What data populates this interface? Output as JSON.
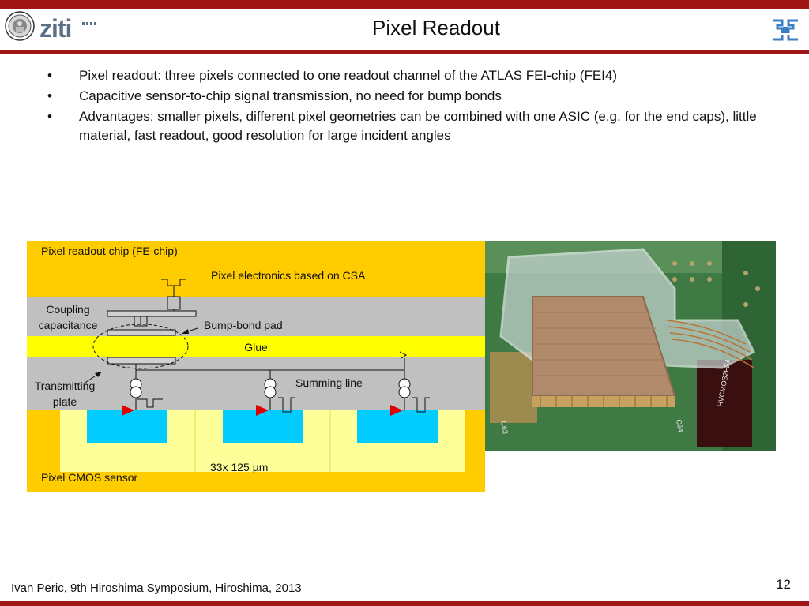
{
  "header": {
    "title": "Pixel Readout",
    "logo_text": "ziti"
  },
  "bullets": [
    "Pixel readout: three pixels connected to one readout channel of the ATLAS FEI-chip (FEI4)",
    "Capacitive sensor-to-chip signal transmission, no need for bump bonds",
    "Advantages: smaller pixels, different pixel geometries can be combined with one ASIC (e.g. for the end caps), little material, fast readout, good resolution for large incident angles"
  ],
  "bullet_symbol": "•",
  "diagram": {
    "chip_label": "Pixel readout chip (FE-chip)",
    "electronics_label": "Pixel electronics based on CSA",
    "coupling_label_1": "Coupling",
    "coupling_label_2": "capacitance",
    "bump_label": "Bump-bond pad",
    "glue_label": "Glue",
    "transmitting_label_1": "Transmitting",
    "transmitting_label_2": "plate",
    "summing_label": "Summing line",
    "dimension_label": "33x 125 µm",
    "sensor_label": "Pixel CMOS sensor"
  },
  "photo": {
    "board_text_1": "C63",
    "board_text_2": "C64",
    "board_text_3": "HVCMOS2FE4"
  },
  "footer": {
    "left": "Ivan Peric, 9th Hiroshima Symposium, Hiroshima, 2013",
    "page_number": "12"
  },
  "colors": {
    "brand_red": "#a01616",
    "chip_yellow": "#ffcc00",
    "glue_yellow": "#ffff00",
    "gray_layer": "#c0c0c0",
    "sensor_light": "#ffff99",
    "pixel_cyan": "#00ccff",
    "triangle_red": "#e00000"
  }
}
